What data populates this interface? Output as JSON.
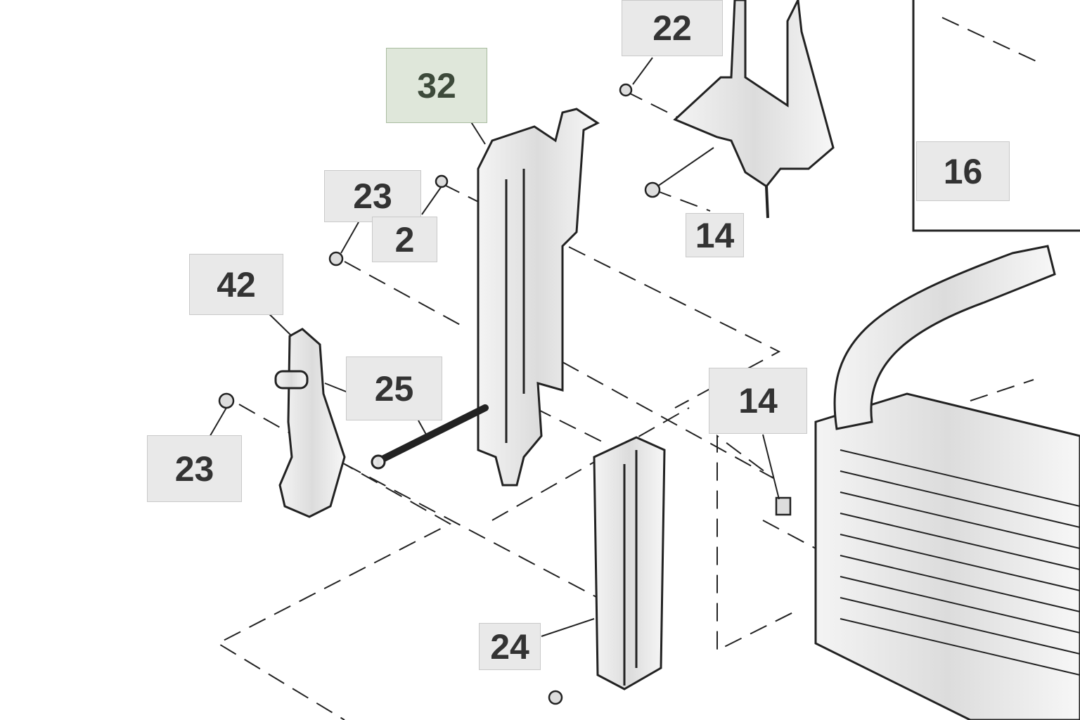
{
  "diagram": {
    "highlighted_part": "32",
    "highlight_color": "#dfe7da",
    "callouts": [
      {
        "id": "c32",
        "label": "32",
        "highlighted": true
      },
      {
        "id": "c22",
        "label": "22"
      },
      {
        "id": "c16",
        "label": "16"
      },
      {
        "id": "c23a",
        "label": "23"
      },
      {
        "id": "c2",
        "label": "2"
      },
      {
        "id": "c14a",
        "label": "14"
      },
      {
        "id": "c42",
        "label": "42"
      },
      {
        "id": "c25",
        "label": "25"
      },
      {
        "id": "c14b",
        "label": "14"
      },
      {
        "id": "c23b",
        "label": "23"
      },
      {
        "id": "c24",
        "label": "24"
      }
    ]
  }
}
